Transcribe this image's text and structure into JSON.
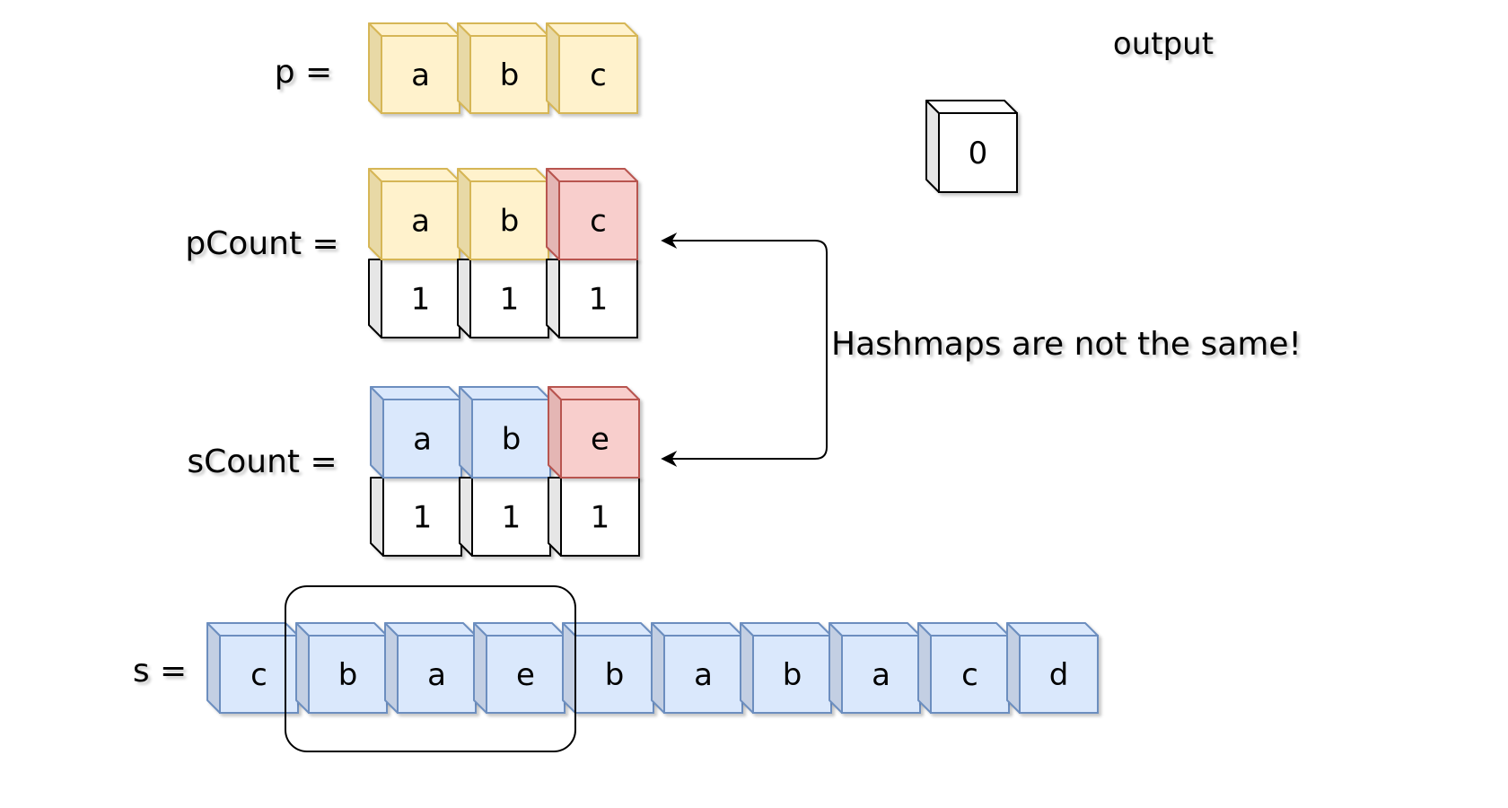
{
  "labels": {
    "p": "p =",
    "pcount": "pCount =",
    "scount": "sCount =",
    "s": "s =",
    "output": "output",
    "note": "Hashmaps are not the same!"
  },
  "p": [
    "a",
    "b",
    "c"
  ],
  "pCount": {
    "keys": [
      "a",
      "b",
      "c"
    ],
    "values": [
      "1",
      "1",
      "1"
    ],
    "highlight_index": 2
  },
  "sCount": {
    "keys": [
      "a",
      "b",
      "e"
    ],
    "values": [
      "1",
      "1",
      "1"
    ],
    "highlight_index": 2
  },
  "s": [
    "c",
    "b",
    "a",
    "e",
    "b",
    "a",
    "b",
    "a",
    "c",
    "d"
  ],
  "window": {
    "start": 1,
    "length": 3
  },
  "output_value": "0",
  "colors": {
    "yellow_fill": "#fff2cc",
    "yellow_stroke": "#d6b656",
    "yellow_side": "#e8d9a6",
    "blue_fill": "#dae8fc",
    "blue_stroke": "#6c8ebf",
    "blue_side": "#c3cfe3",
    "red_fill": "#f8cecc",
    "red_stroke": "#b85450",
    "red_side": "#e4b6b4",
    "white_fill": "#ffffff",
    "white_stroke": "#000000",
    "white_side": "#e6e6e6"
  }
}
